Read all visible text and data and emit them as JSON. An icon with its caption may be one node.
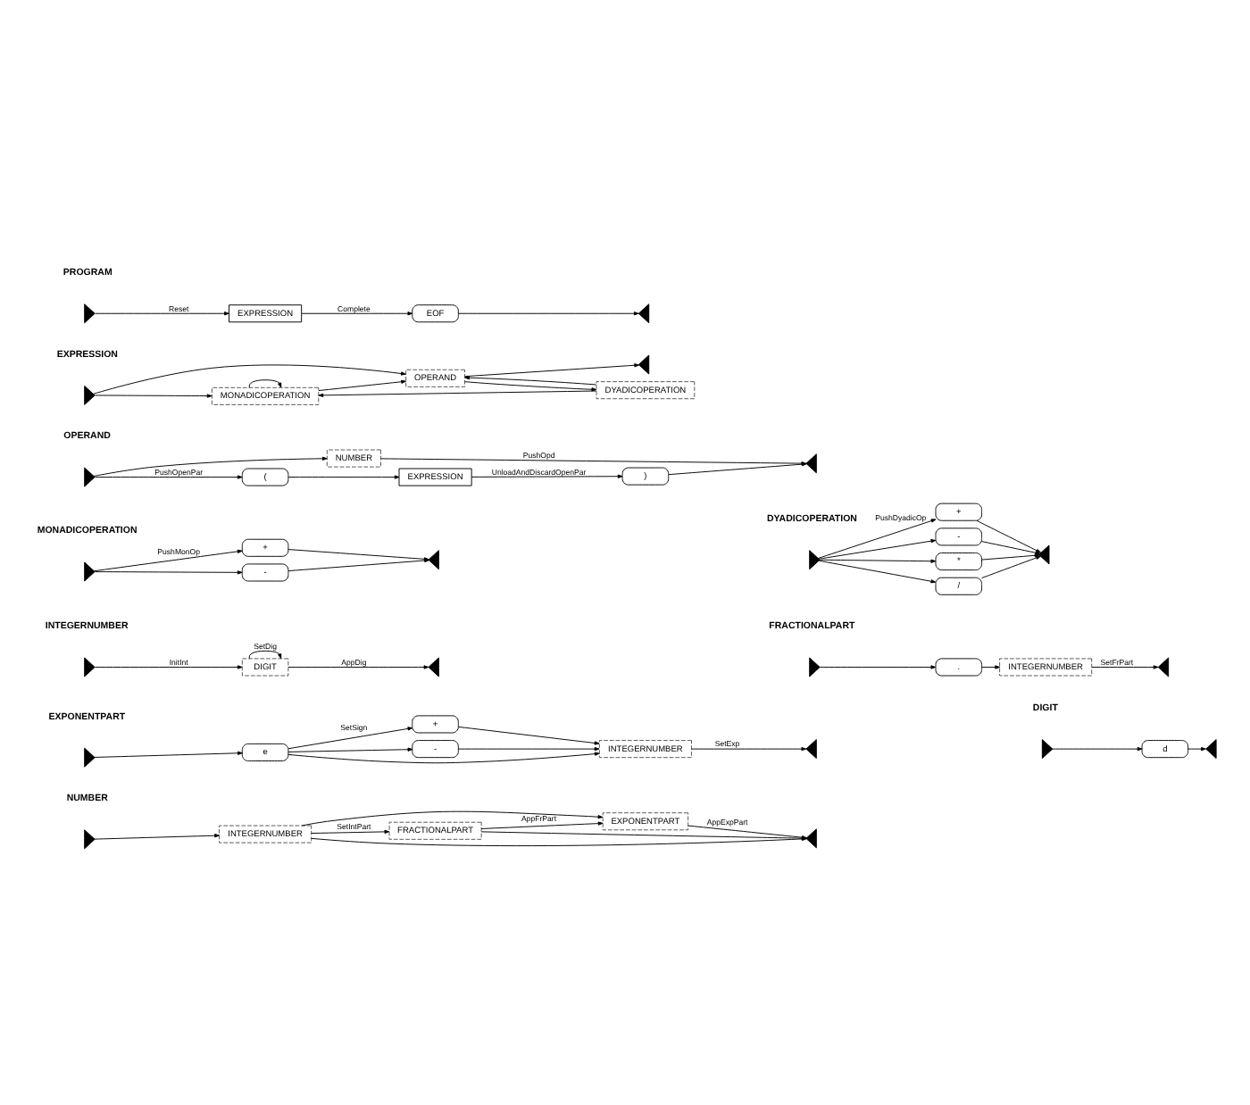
{
  "diagram": {
    "nodes": [
      {
        "text": [],
        "shape": "triangle"
      },
      {
        "text": [
          "EXPRESSION"
        ]
      },
      {
        "text": [
          "EOF"
        ]
      },
      {
        "text": [],
        "shape": "triangle"
      },
      {
        "text": [],
        "shape": "triangle"
      },
      {
        "text": [
          "OPERAND"
        ]
      },
      {
        "text": [
          "MONADICOPERATION"
        ]
      },
      {
        "text": [
          "DYADICOPERATION"
        ]
      },
      {
        "text": [],
        "shape": "triangle"
      },
      {
        "text": [],
        "shape": "triangle"
      },
      {
        "text": [
          "NUMBER"
        ]
      },
      {
        "text": [
          "("
        ]
      },
      {
        "text": [
          "EXPRESSION"
        ]
      },
      {
        "text": [
          ")"
        ]
      },
      {
        "text": [],
        "shape": "triangle"
      },
      {
        "text": [],
        "shape": "triangle"
      },
      {
        "text": [
          "+"
        ]
      },
      {
        "text": [
          "-"
        ]
      },
      {
        "text": [],
        "shape": "triangle"
      },
      {
        "text": [],
        "shape": "triangle"
      },
      {
        "text": [
          "+"
        ]
      },
      {
        "text": [
          "-"
        ]
      },
      {
        "text": [
          "*"
        ]
      },
      {
        "text": [
          "/"
        ]
      },
      {
        "text": [],
        "shape": "triangle"
      },
      {
        "text": [],
        "shape": "triangle"
      },
      {
        "text": [
          "DIGIT"
        ]
      },
      {
        "text": [],
        "shape": "triangle"
      },
      {
        "text": [],
        "shape": "triangle"
      },
      {
        "text": [
          "."
        ]
      },
      {
        "text": [
          "INTEGERNUMBER"
        ]
      },
      {
        "text": [],
        "shape": "triangle"
      },
      {
        "text": [],
        "shape": "triangle"
      },
      {
        "text": [
          "e"
        ]
      },
      {
        "text": [
          "+"
        ]
      },
      {
        "text": [
          "-"
        ]
      },
      {
        "text": [
          "INTEGERNUMBER"
        ]
      },
      {
        "text": [],
        "shape": "triangle"
      },
      {
        "text": [],
        "shape": "triangle"
      },
      {
        "text": [
          "d"
        ]
      },
      {
        "text": [],
        "shape": "triangle"
      },
      {
        "text": [],
        "shape": "triangle"
      },
      {
        "text": [
          "INTEGERNUMBER"
        ]
      },
      {
        "text": [
          "FRACTIONALPART"
        ]
      },
      {
        "text": [
          "EXPONENTPART"
        ]
      },
      {
        "text": [],
        "shape": "triangle"
      }
    ],
    "edges": [
      {
        "from": 0,
        "to": 1,
        "arrow": "to",
        "label": "Reset"
      },
      {
        "from": 1,
        "to": 2,
        "arrow": "to",
        "label": "Complete"
      },
      {
        "from": 2,
        "to": 3,
        "arrow": "to"
      },
      {
        "from": 4,
        "to": 5,
        "arrow": "to"
      },
      {
        "from": 4,
        "to": 6,
        "arrow": "to"
      },
      {
        "from": 6,
        "to": 5,
        "arrow": "to"
      },
      {
        "from": 6,
        "to": 6,
        "arrow": "to"
      },
      {
        "from": 5,
        "to": 8,
        "arrow": "to"
      },
      {
        "from": 5,
        "to": 7,
        "arrow": "to"
      },
      {
        "from": 7,
        "to": 5,
        "arrow": "to"
      },
      {
        "from": 7,
        "to": 6,
        "arrow": "to"
      },
      {
        "from": 9,
        "to": 10,
        "arrow": "to"
      },
      {
        "from": 10,
        "to": 14,
        "arrow": "to",
        "label": "PushOpd"
      },
      {
        "from": 9,
        "to": 11,
        "arrow": "to",
        "label": "PushOpenPar"
      },
      {
        "from": 11,
        "to": 12,
        "arrow": "to"
      },
      {
        "from": 12,
        "to": 13,
        "arrow": "to",
        "label": "UnloadAndDiscardOpenPar"
      },
      {
        "from": 13,
        "to": 14,
        "arrow": "to"
      },
      {
        "from": 15,
        "to": 16,
        "arrow": "to",
        "label": "PushMonOp"
      },
      {
        "from": 15,
        "to": 17,
        "arrow": "to"
      },
      {
        "from": 16,
        "to": 18,
        "arrow": "to"
      },
      {
        "from": 17,
        "to": 18,
        "arrow": "to"
      },
      {
        "from": 19,
        "to": 20,
        "arrow": "to",
        "label": "PushDyadicOp"
      },
      {
        "from": 19,
        "to": 21,
        "arrow": "to"
      },
      {
        "from": 19,
        "to": 22,
        "arrow": "to"
      },
      {
        "from": 19,
        "to": 23,
        "arrow": "to"
      },
      {
        "from": 20,
        "to": 24,
        "arrow": "to"
      },
      {
        "from": 21,
        "to": 24,
        "arrow": "to"
      },
      {
        "from": 22,
        "to": 24,
        "arrow": "to"
      },
      {
        "from": 23,
        "to": 24,
        "arrow": "to"
      },
      {
        "from": 25,
        "to": 26,
        "arrow": "to",
        "label": "InitInt"
      },
      {
        "from": 26,
        "to": 26,
        "arrow": "to",
        "label": "SetDig"
      },
      {
        "from": 26,
        "to": 27,
        "arrow": "to",
        "label": "AppDig"
      },
      {
        "from": 28,
        "to": 29,
        "arrow": "to"
      },
      {
        "from": 29,
        "to": 30,
        "arrow": "to"
      },
      {
        "from": 30,
        "to": 31,
        "arrow": "to",
        "label": "SetFrPart"
      },
      {
        "from": 32,
        "to": 33,
        "arrow": "to"
      },
      {
        "from": 33,
        "to": 34,
        "arrow": "to",
        "label": "SetSign"
      },
      {
        "from": 33,
        "to": 35,
        "arrow": "to"
      },
      {
        "from": 33,
        "to": 36,
        "arrow": "to"
      },
      {
        "from": 34,
        "to": 36,
        "arrow": "to"
      },
      {
        "from": 35,
        "to": 36,
        "arrow": "to"
      },
      {
        "from": 36,
        "to": 37,
        "arrow": "to",
        "label": "SetExp"
      },
      {
        "from": 38,
        "to": 39,
        "arrow": "to"
      },
      {
        "from": 39,
        "to": 40,
        "arrow": "to"
      },
      {
        "from": 41,
        "to": 42,
        "arrow": "to"
      },
      {
        "from": 42,
        "to": 43,
        "arrow": "to",
        "label": "SetIntPart"
      },
      {
        "from": 42,
        "to": 44,
        "arrow": "to"
      },
      {
        "from": 42,
        "to": 45,
        "arrow": "to"
      },
      {
        "from": 43,
        "to": 44,
        "arrow": "to",
        "label": "AppFrPart"
      },
      {
        "from": 43,
        "to": 45,
        "arrow": "to"
      },
      {
        "from": 44,
        "to": 45,
        "arrow": "to",
        "label": "AppExpPart"
      }
    ],
    "labels": [
      "PROGRAM",
      "EXPRESSION",
      "OPERAND",
      "MONADICOPERATION",
      "DYADICOPERATION",
      "INTEGERNUMBER",
      "FRACTIONALPART",
      "EXPONENTPART",
      "DIGIT",
      "NUMBER"
    ]
  }
}
